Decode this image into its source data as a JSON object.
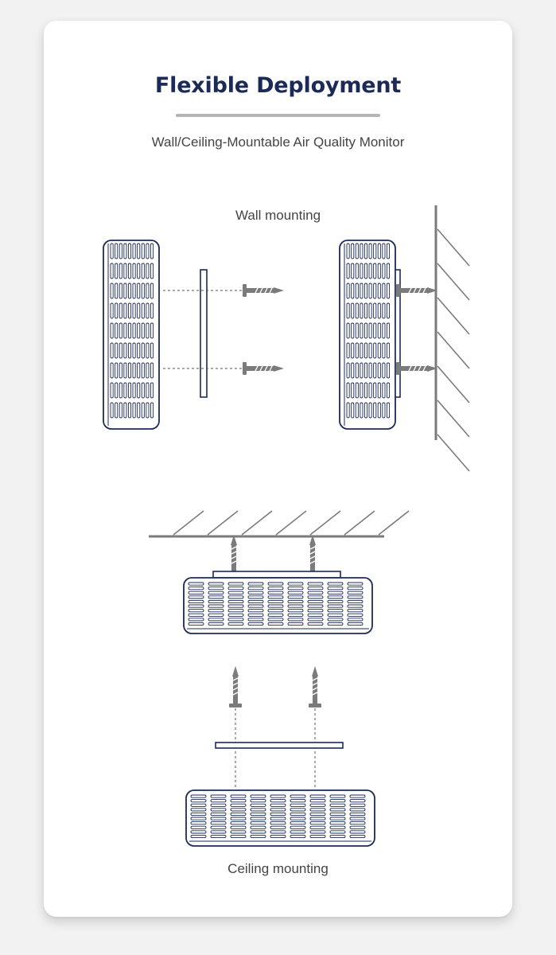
{
  "header": {
    "title": "Flexible Deployment",
    "subtitle": "Wall/Ceiling-Mountable Air Quality Monitor"
  },
  "wall_section": {
    "caption": "Wall mounting"
  },
  "ceiling_section": {
    "caption": "Ceiling mounting"
  },
  "colors": {
    "title": "#1b2a57",
    "device_outline": "#1b2a57",
    "hardware": "#7b7b7b",
    "divider": "#b5b5b5"
  },
  "icons": [
    "air-quality-monitor-icon",
    "mounting-plate-icon",
    "screw-icon",
    "wall-icon",
    "ceiling-icon"
  ]
}
